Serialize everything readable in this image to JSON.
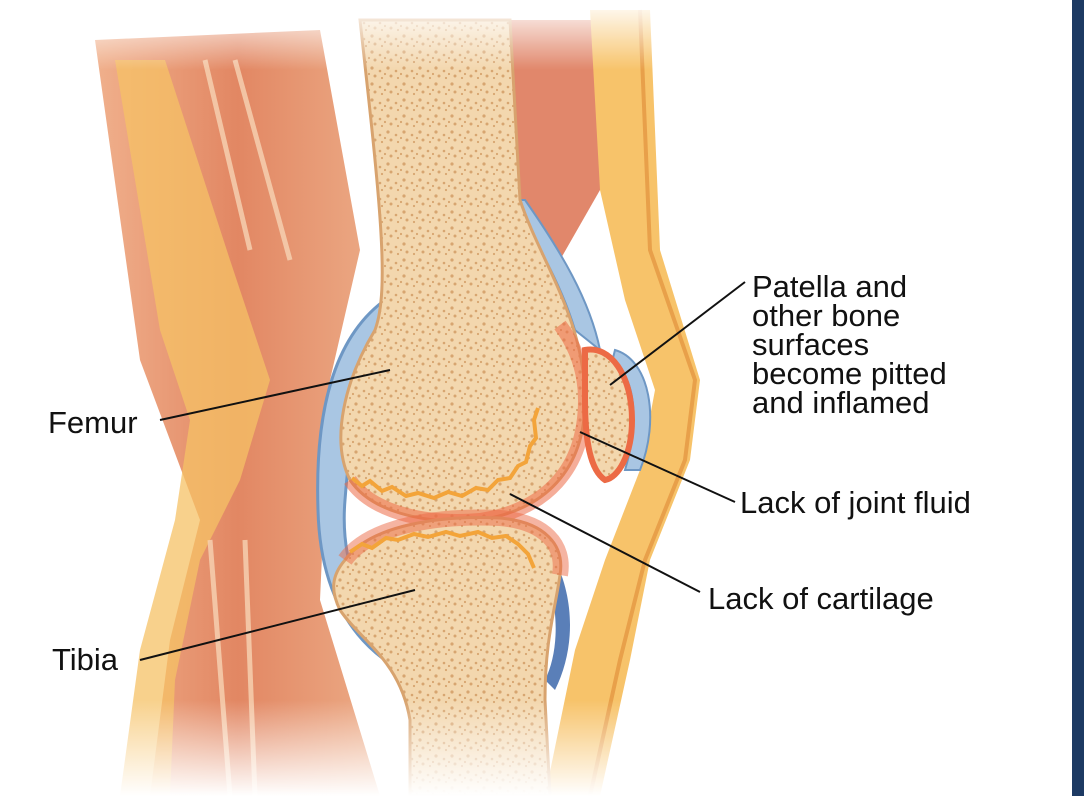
{
  "labels": {
    "patella": "Patella and\nother bone\nsurfaces\nbecome pitted\nand inflamed",
    "femur": "Femur",
    "tibia": "Tibia",
    "joint_fluid": "Lack of joint fluid",
    "cartilage": "Lack of cartilage"
  },
  "colors": {
    "bone_marrow": "#f2d3a8",
    "bone_pore": "#d9a974",
    "inflamed": "#ea5a37",
    "muscle": "#e7926d",
    "fat": "#f7c061",
    "synovium": "#9fc2e2",
    "sidebar": "#1d3a63"
  }
}
